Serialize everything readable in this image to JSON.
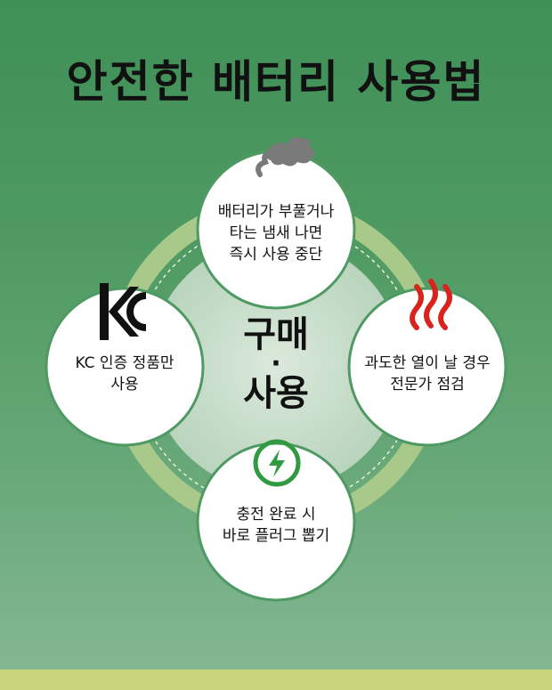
{
  "title": "안전한 배터리 사용법",
  "center": {
    "line1": "구매",
    "dot": "·",
    "line2": "사용"
  },
  "nodes": {
    "top": {
      "lines": [
        "배터리가 부풀거나",
        "타는 냄새 나면",
        "즉시 사용 중단"
      ],
      "icon": "smoke-icon"
    },
    "left": {
      "lines": [
        "KC 인증 정품만",
        "사용"
      ],
      "icon": "kc-mark-icon",
      "icon_text": "KC"
    },
    "right": {
      "lines": [
        "과도한 열이 날 경우",
        "전문가 점검"
      ],
      "icon": "heat-icon"
    },
    "bottom": {
      "lines": [
        "충전 완료 시",
        "바로 플러그 뽑기"
      ],
      "icon": "charging-icon"
    }
  },
  "colors": {
    "ring": "#a8c98a",
    "node_fill": "#ffffff",
    "heat": "#d9231f",
    "charge": "#2f9a3f",
    "smoke": "#777777"
  }
}
